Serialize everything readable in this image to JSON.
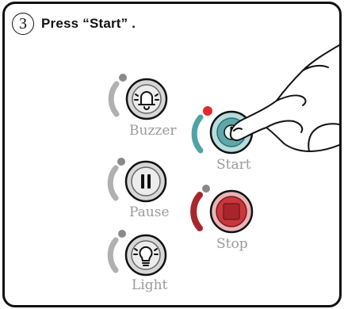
{
  "instruction": {
    "step_number": "3",
    "text": "Press “Start” ."
  },
  "buttons": [
    {
      "id": "buzzer",
      "label": "Buzzer",
      "icon": "bell-icon",
      "indicator": "off",
      "ring": "#b0b0b0"
    },
    {
      "id": "start",
      "label": "Start",
      "icon": "start-symbol-icon",
      "indicator": "on",
      "ring": "#4fa3a5"
    },
    {
      "id": "pause",
      "label": "Pause",
      "icon": "pause-icon",
      "indicator": "off",
      "ring": "#b0b0b0"
    },
    {
      "id": "stop",
      "label": "Stop",
      "icon": "stop-square-icon",
      "indicator": "off",
      "ring": "#a8262b"
    },
    {
      "id": "light",
      "label": "Light",
      "icon": "lightbulb-icon",
      "indicator": "off",
      "ring": "#b0b0b0"
    }
  ],
  "colors": {
    "indicator_off": "#8a8a8a",
    "indicator_on": "#e8262c",
    "gray_button": "#b0b0b0",
    "start_teal": "#4fa3a5",
    "stop_red": "#a8262b",
    "label_gray": "#9a9a9a"
  }
}
